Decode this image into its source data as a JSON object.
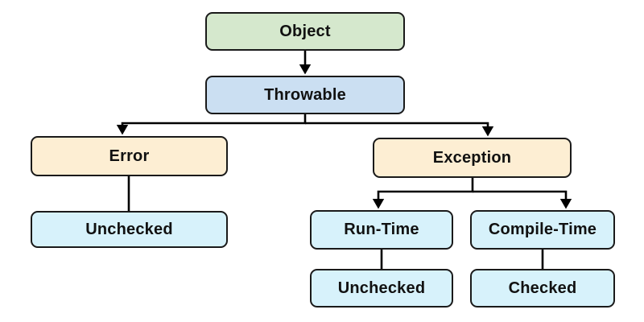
{
  "diagram": {
    "type": "hierarchy-flowchart",
    "palette": {
      "background": "#ffffff",
      "stroke": "#1a1a1a",
      "line": "#000000",
      "text": "#111111",
      "green": "#d5e8cd",
      "blue": "#cbdff2",
      "orange": "#fdeed3",
      "cyan": "#d7f2fb"
    },
    "nodes": [
      {
        "id": "object",
        "label": "Object",
        "color": "green"
      },
      {
        "id": "throwable",
        "label": "Throwable",
        "color": "blue"
      },
      {
        "id": "error",
        "label": "Error",
        "color": "orange"
      },
      {
        "id": "exception",
        "label": "Exception",
        "color": "orange"
      },
      {
        "id": "error-unchecked",
        "label": "Unchecked",
        "color": "cyan"
      },
      {
        "id": "run-time",
        "label": "Run-Time",
        "color": "cyan"
      },
      {
        "id": "compile-time",
        "label": "Compile-Time",
        "color": "cyan"
      },
      {
        "id": "run-time-unchecked",
        "label": "Unchecked",
        "color": "cyan"
      },
      {
        "id": "compile-time-checked",
        "label": "Checked",
        "color": "cyan"
      }
    ],
    "edges": [
      {
        "from": "Object",
        "to": "Throwable",
        "arrowhead": true
      },
      {
        "from": "Throwable",
        "to": "Error",
        "arrowhead": true
      },
      {
        "from": "Throwable",
        "to": "Exception",
        "arrowhead": true
      },
      {
        "from": "Error",
        "to": "Unchecked",
        "arrowhead": false
      },
      {
        "from": "Exception",
        "to": "Run-Time",
        "arrowhead": true
      },
      {
        "from": "Exception",
        "to": "Compile-Time",
        "arrowhead": true
      },
      {
        "from": "Run-Time",
        "to": "Unchecked",
        "arrowhead": false
      },
      {
        "from": "Compile-Time",
        "to": "Checked",
        "arrowhead": false
      }
    ]
  }
}
